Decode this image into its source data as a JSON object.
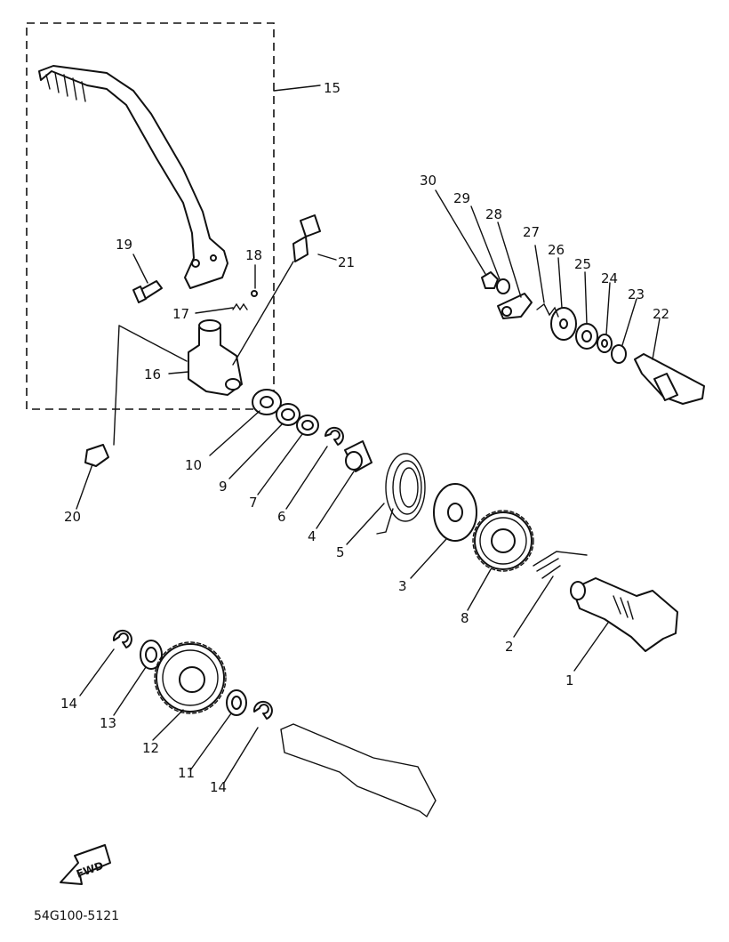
{
  "diagram": {
    "code_label": "54G100-5121",
    "fwd_label": "FWD",
    "callouts": [
      {
        "id": "1",
        "text": "1"
      },
      {
        "id": "2",
        "text": "2"
      },
      {
        "id": "3",
        "text": "3"
      },
      {
        "id": "4",
        "text": "4"
      },
      {
        "id": "5",
        "text": "5"
      },
      {
        "id": "6",
        "text": "6"
      },
      {
        "id": "7",
        "text": "7"
      },
      {
        "id": "8",
        "text": "8"
      },
      {
        "id": "9",
        "text": "9"
      },
      {
        "id": "10",
        "text": "10"
      },
      {
        "id": "11",
        "text": "11"
      },
      {
        "id": "12",
        "text": "12"
      },
      {
        "id": "13",
        "text": "13"
      },
      {
        "id": "14a",
        "text": "14"
      },
      {
        "id": "14b",
        "text": "14"
      },
      {
        "id": "15",
        "text": "15"
      },
      {
        "id": "16",
        "text": "16"
      },
      {
        "id": "17",
        "text": "17"
      },
      {
        "id": "18",
        "text": "18"
      },
      {
        "id": "19",
        "text": "19"
      },
      {
        "id": "20",
        "text": "20"
      },
      {
        "id": "21",
        "text": "21"
      },
      {
        "id": "22",
        "text": "22"
      },
      {
        "id": "23",
        "text": "23"
      },
      {
        "id": "24",
        "text": "24"
      },
      {
        "id": "25",
        "text": "25"
      },
      {
        "id": "26",
        "text": "26"
      },
      {
        "id": "27",
        "text": "27"
      },
      {
        "id": "28",
        "text": "28"
      },
      {
        "id": "29",
        "text": "29"
      },
      {
        "id": "30",
        "text": "30"
      }
    ]
  }
}
